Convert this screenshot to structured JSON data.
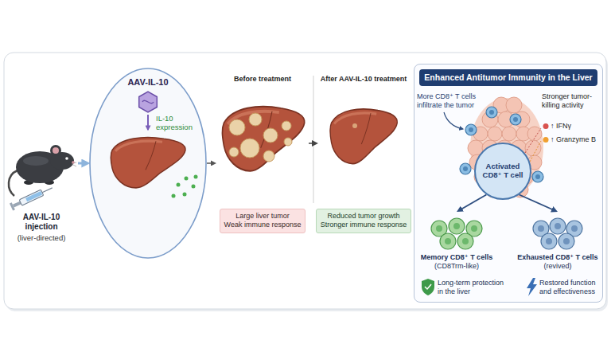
{
  "diagram": {
    "nodes": [
      {
        "text": [
          "AAV-IL-10 injection",
          "(liver-directed)"
        ]
      },
      {
        "text": [
          "AAV-IL-10",
          "IL-10 expression"
        ]
      },
      {
        "text": [
          "Before treatment"
        ]
      },
      {
        "text": [
          "Large liver tumor",
          "Weak immune response"
        ],
        "in": 2
      },
      {
        "text": [
          "After AAV-IL-10 treatment"
        ]
      },
      {
        "text": [
          "Reduced tumor growth",
          "Stronger immune response"
        ],
        "in": 4
      },
      {
        "text": [
          "Enhanced Antitumor Immunity in the Liver"
        ]
      },
      {
        "text": [
          "Activated CD8⁺ T cell"
        ],
        "in": 6
      },
      {
        "text": [
          "Memory CD8⁺ T cells",
          "(CD8Trm-like)"
        ],
        "in": 6
      },
      {
        "text": [
          "Exhausted CD8⁺ T cells",
          "(revived)"
        ],
        "in": 6
      }
    ],
    "edges": [
      {
        "from": 0,
        "to": 1,
        "arrow": "to"
      },
      {
        "from": 1,
        "to": 2,
        "arrow": "to"
      },
      {
        "from": 2,
        "to": 4,
        "arrow": "to"
      },
      {
        "from": 7,
        "to": 8,
        "arrow": "to"
      },
      {
        "from": 7,
        "to": 9,
        "arrow": "to"
      }
    ],
    "labels": [
      "More CD8⁺ T cells infiltrate the tumor",
      "Stronger tumor-killing activity",
      "↑ IFNγ",
      "↑ Granzyme B",
      "Long-term protection in the liver",
      "Restored function and effectiveness"
    ]
  }
}
